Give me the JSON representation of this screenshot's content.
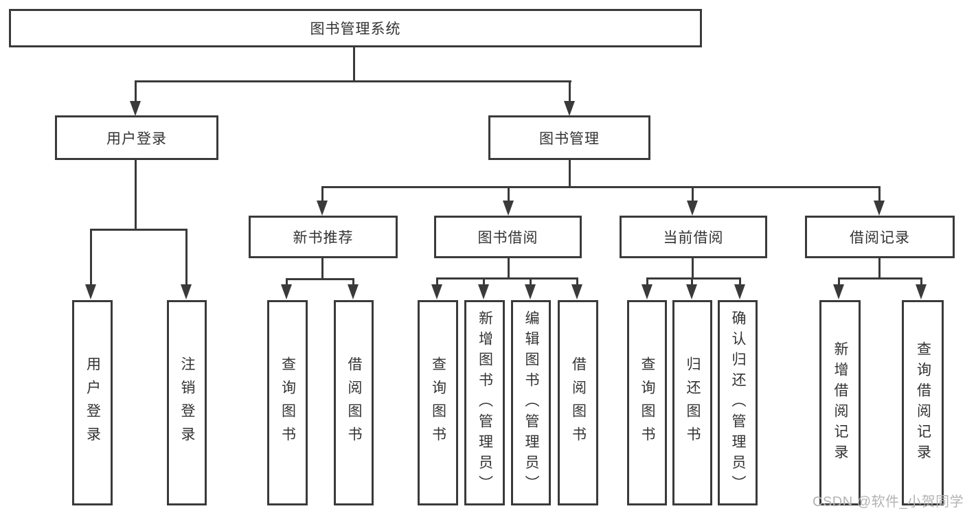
{
  "diagram_title": "图书管理系统",
  "tree": {
    "label": "图书管理系统",
    "children": [
      {
        "label": "用户登录",
        "children": [
          {
            "label": "用户登录"
          },
          {
            "label": "注销登录"
          }
        ]
      },
      {
        "label": "图书管理",
        "children": [
          {
            "label": "新书推荐",
            "children": [
              {
                "label": "查询图书"
              },
              {
                "label": "借阅图书"
              }
            ]
          },
          {
            "label": "图书借阅",
            "children": [
              {
                "label": "查询图书"
              },
              {
                "label": "新增图书（管理员）"
              },
              {
                "label": "编辑图书（管理员）"
              },
              {
                "label": "借阅图书"
              }
            ]
          },
          {
            "label": "当前借阅",
            "children": [
              {
                "label": "查询图书"
              },
              {
                "label": "归还图书"
              },
              {
                "label": "确认归还（管理员）"
              }
            ]
          },
          {
            "label": "借阅记录",
            "children": [
              {
                "label": "新增借阅记录"
              },
              {
                "label": "查询借阅记录"
              }
            ]
          }
        ]
      }
    ]
  },
  "watermark": {
    "text": "CSDN @软件_小贺同学"
  },
  "colors": {
    "line": "#3a3a3a",
    "text": "#333333",
    "watermark": "#b3b3b3",
    "background": "#ffffff"
  }
}
